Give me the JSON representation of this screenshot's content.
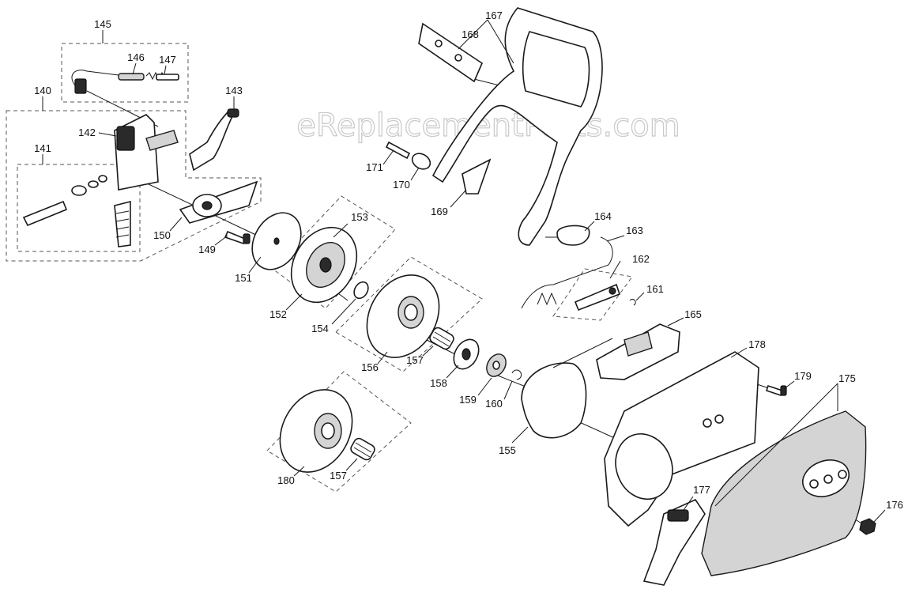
{
  "watermark": "eReplacementParts.com",
  "parts": [
    {
      "ref": "145"
    },
    {
      "ref": "146"
    },
    {
      "ref": "147"
    },
    {
      "ref": "140"
    },
    {
      "ref": "143"
    },
    {
      "ref": "142"
    },
    {
      "ref": "141"
    },
    {
      "ref": "150"
    },
    {
      "ref": "149"
    },
    {
      "ref": "151"
    },
    {
      "ref": "153"
    },
    {
      "ref": "152"
    },
    {
      "ref": "154"
    },
    {
      "ref": "156"
    },
    {
      "ref": "157"
    },
    {
      "ref": "158"
    },
    {
      "ref": "159"
    },
    {
      "ref": "160"
    },
    {
      "ref": "155"
    },
    {
      "ref": "180"
    },
    {
      "ref": "157"
    },
    {
      "ref": "167"
    },
    {
      "ref": "168"
    },
    {
      "ref": "171"
    },
    {
      "ref": "170"
    },
    {
      "ref": "169"
    },
    {
      "ref": "164"
    },
    {
      "ref": "163"
    },
    {
      "ref": "162"
    },
    {
      "ref": "161"
    },
    {
      "ref": "165"
    },
    {
      "ref": "178"
    },
    {
      "ref": "179"
    },
    {
      "ref": "175"
    },
    {
      "ref": "177"
    },
    {
      "ref": "176"
    }
  ]
}
